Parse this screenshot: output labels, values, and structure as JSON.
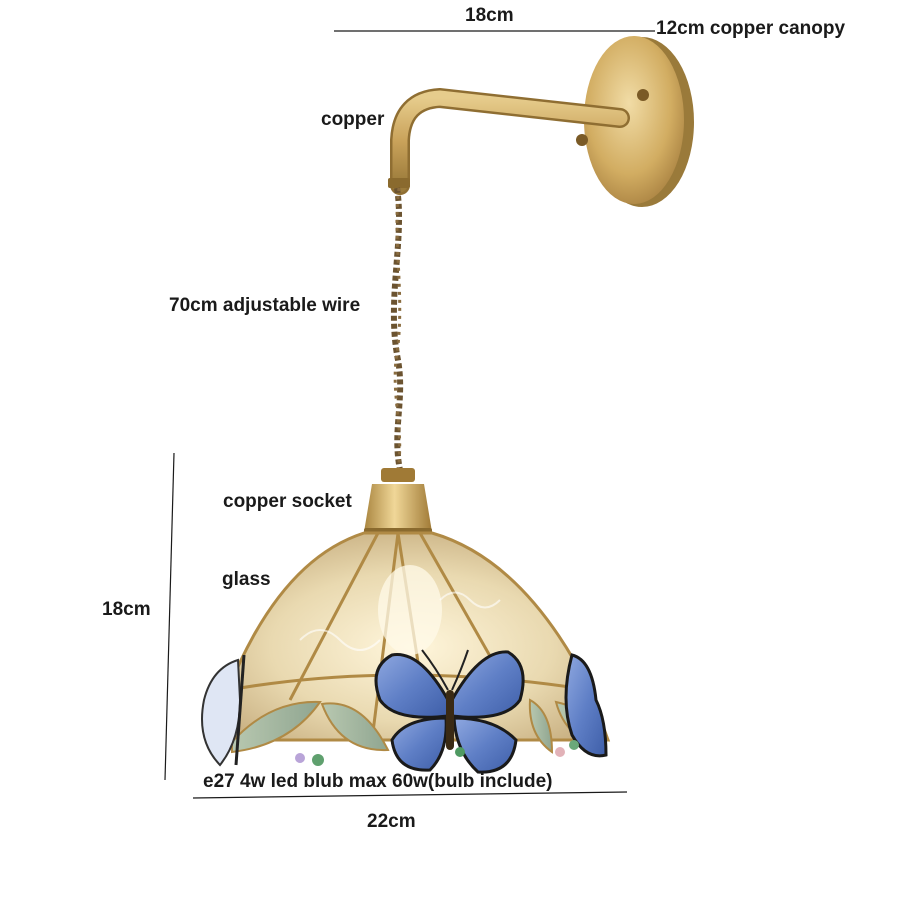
{
  "labels": {
    "top_width": "18cm",
    "canopy": "12cm copper canopy",
    "arm": "copper",
    "wire": "70cm adjustable wire",
    "socket": "copper socket",
    "shade": "glass",
    "shade_height": "18cm",
    "bulb": "e27 4w led blub max 60w(bulb include)",
    "shade_width": "22cm"
  },
  "colors": {
    "copper": "#c9a25a",
    "copper_dark": "#9a7a3a",
    "butterfly": "#6f8fd0",
    "glass": "#e7d8b2",
    "wire": "#6b5330"
  }
}
